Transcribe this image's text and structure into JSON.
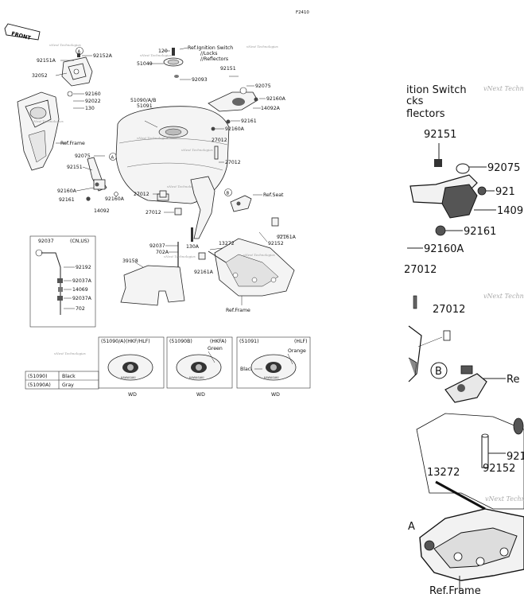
{
  "diagram_id": "F2410",
  "front_label": "FRONT",
  "watermark": "vNext Technologies",
  "callouts": {
    "a": "A",
    "b": "B"
  },
  "ref_lines": {
    "ignition_left": "Ref.Ignition Switch",
    "locks_left": "//Locks",
    "reflectors_left": "//Reflectors",
    "ignition_right": "ition Switch",
    "locks_right": "cks",
    "reflectors_right": "flectors",
    "ref_frame_left": "Ref.Frame",
    "ref_frame_bottom": "Ref.Frame",
    "ref_seat": "Ref.Seat",
    "ref_right": "Re",
    "ref_frame_zoom": "Ref.Frame"
  },
  "parts": {
    "p92152a": "92152A",
    "p92151a": "92151A",
    "p32052": "32052",
    "p92160": "92160",
    "p92022": "92022",
    "p130": "130",
    "p120": "120",
    "p51049": "51049",
    "p92093": "92093",
    "p92151_top": "92151",
    "p92075_top": "92075",
    "p92160a_top": "92160A",
    "p14092a": "14092A",
    "p92161_top": "92161",
    "p51090": "51090/A/B",
    "p51091": "51091",
    "p92160a_mid": "92160A",
    "p27012_a": "27012",
    "p27012_b": "27012",
    "p92075_left": "92075",
    "p92151_left": "92151",
    "p92160a_left": "92160A",
    "p92161_left": "92161",
    "p92160a_left2": "92160A",
    "p14092": "14092",
    "p27012_c": "27012",
    "p27012_d": "27012",
    "p92161a_right": "92161A",
    "p92152_right": "92152",
    "p92037_mid": "92037",
    "p702a": "702A",
    "p130a": "130A",
    "p13272": "13272",
    "p92161a_bottom": "92161A",
    "p39158": "39158"
  },
  "inset": {
    "part": "92037",
    "region": "(CN,US)",
    "items": [
      "92192",
      "92037A",
      "14069",
      "92037A",
      "702"
    ]
  },
  "color_table": [
    {
      "code": "(51090)",
      "color": "Black"
    },
    {
      "code": "(51090A)",
      "color": "Gray"
    }
  ],
  "variants": [
    {
      "title": "(51090/A)(HKF/HLF)",
      "note": "",
      "note2": "",
      "foot": "WD"
    },
    {
      "title": "(51090B)",
      "region": "(HKFA)",
      "note": "Green",
      "note2": "",
      "foot": "WD"
    },
    {
      "title": "(51091)",
      "region": "(HLF)",
      "note": "Orange",
      "note2": "Black",
      "foot": "WD"
    }
  ],
  "zoom": {
    "labels": {
      "z92151": "92151",
      "z92075": "92075",
      "z921a": "921",
      "z1409": "1409",
      "z92161": "92161",
      "z92160a": "92160A",
      "z27012a": "27012",
      "z27012b": "27012",
      "z921b": "921",
      "z92152": "92152",
      "z13272": "13272",
      "za": "A"
    },
    "watermark": "vNext Techn"
  }
}
